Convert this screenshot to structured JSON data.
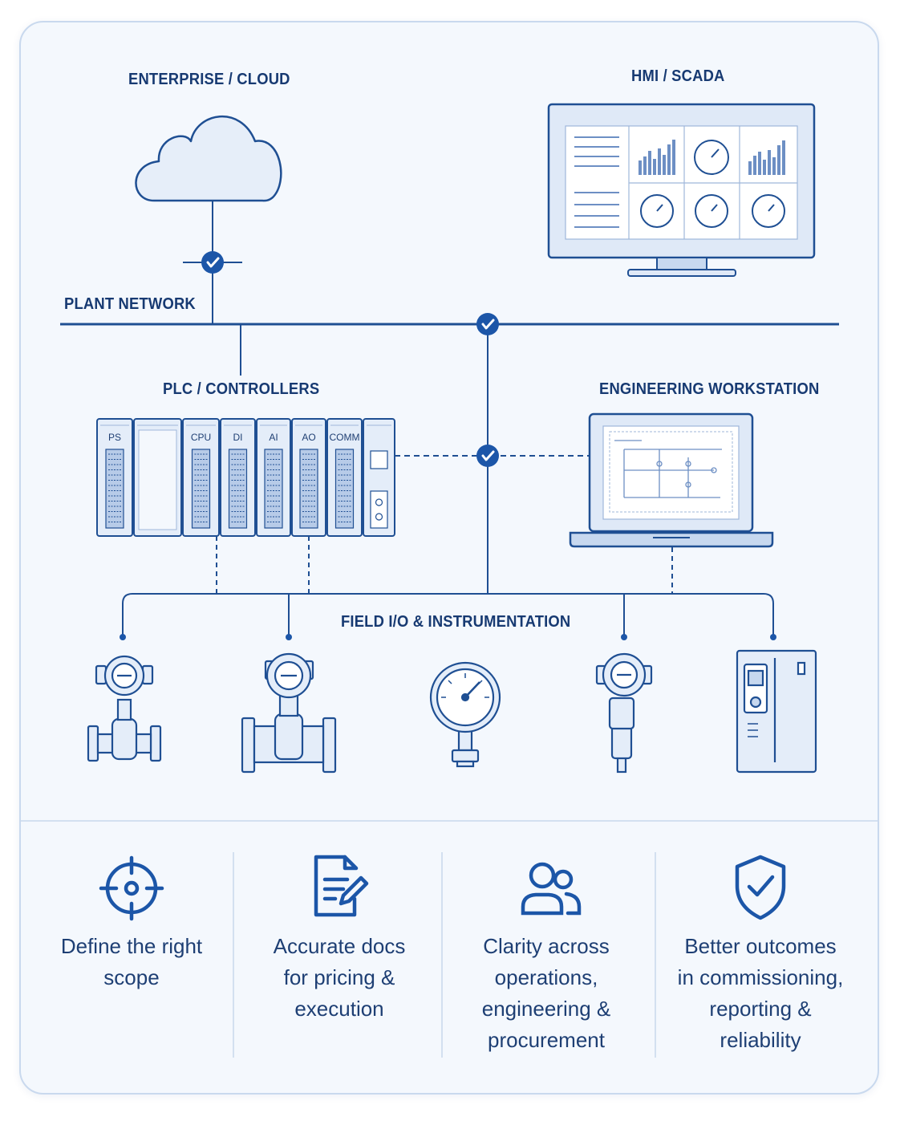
{
  "labels": {
    "enterprise": "ENTERPRISE / CLOUD",
    "hmi": "HMI / SCADA",
    "plant_network": "PLANT NETWORK",
    "plc": "PLC / CONTROLLERS",
    "workstation": "ENGINEERING WORKSTATION",
    "field": "FIELD I/O & INSTRUMENTATION"
  },
  "plc_modules": [
    "PS",
    "",
    "CPU",
    "DI",
    "AI",
    "AO",
    "COMM",
    ""
  ],
  "benefits": [
    {
      "icon": "target-icon",
      "lines": [
        "Define the right",
        "scope"
      ]
    },
    {
      "icon": "document-edit-icon",
      "lines": [
        "Accurate docs",
        "for pricing &",
        "execution"
      ]
    },
    {
      "icon": "users-icon",
      "lines": [
        "Clarity across",
        "operations,",
        "engineering &",
        "procurement"
      ]
    },
    {
      "icon": "shield-check-icon",
      "lines": [
        "Better outcomes",
        "in commissioning,",
        "reporting &",
        "reliability"
      ]
    }
  ],
  "colors": {
    "primary": "#1c4f9c",
    "line": "#1f4f93",
    "fill": "#e4edf9",
    "text": "#173a72"
  }
}
